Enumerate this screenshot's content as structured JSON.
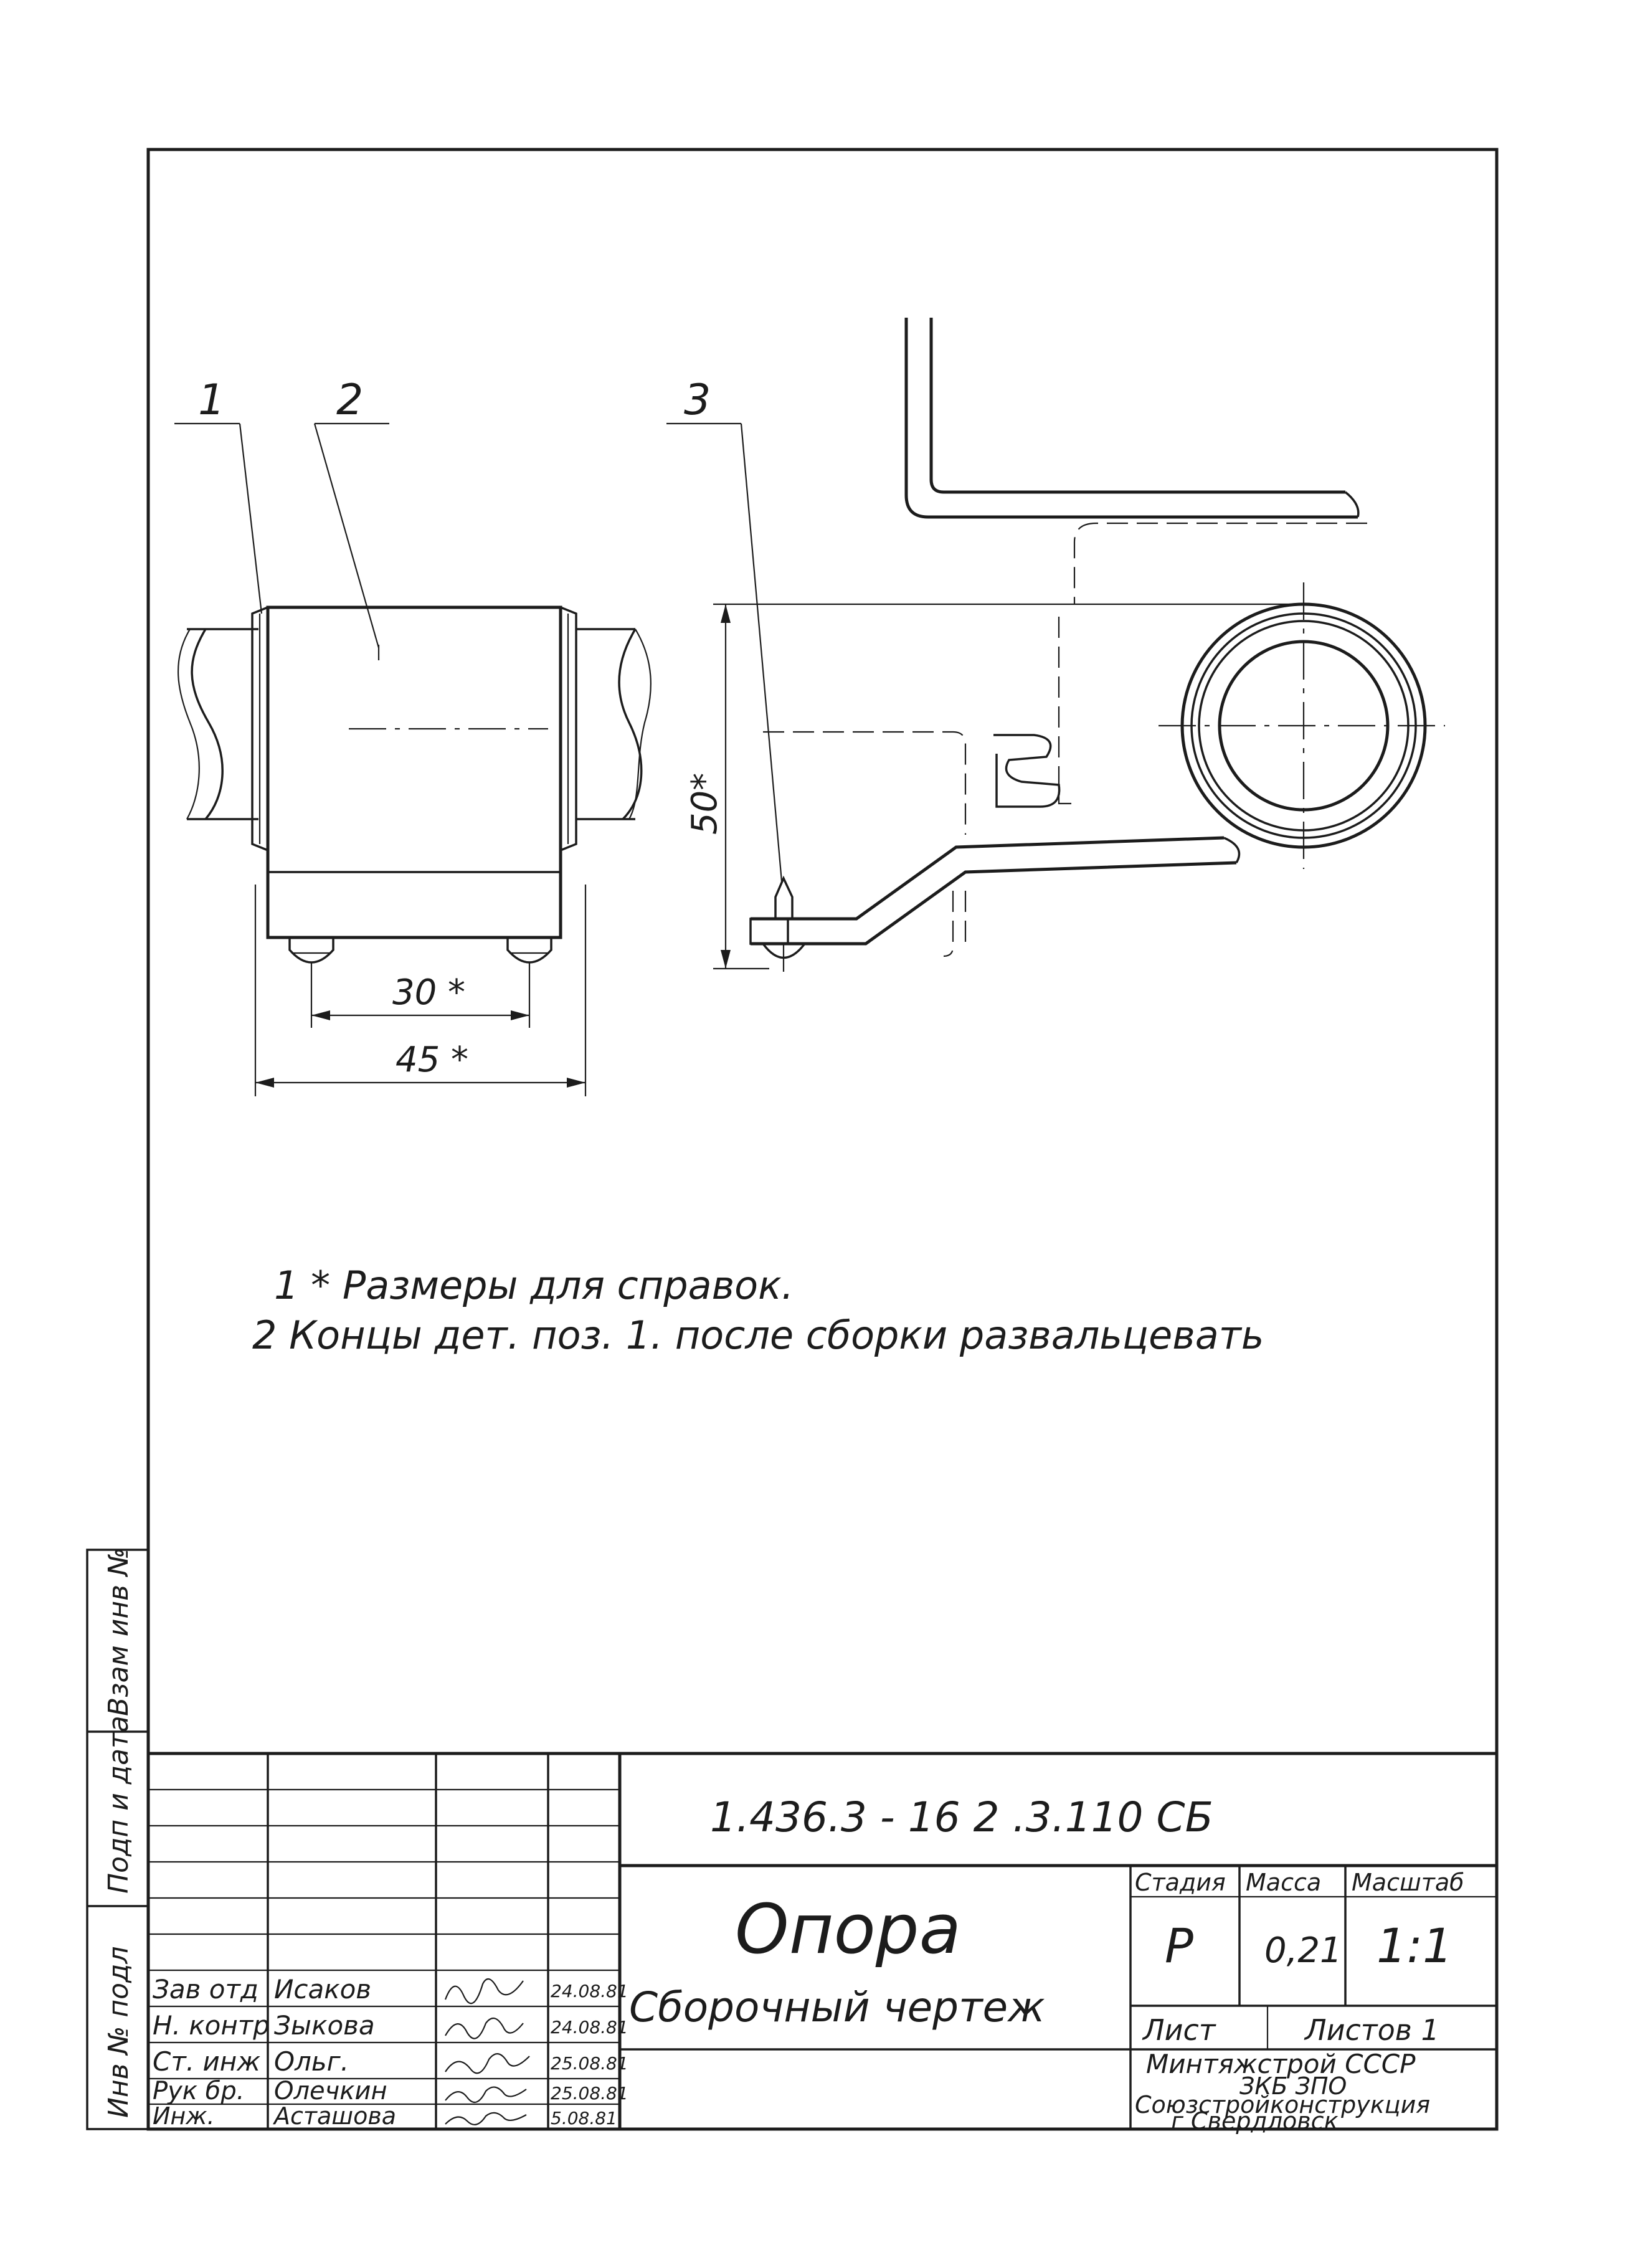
{
  "drawing": {
    "positions": [
      "1",
      "2",
      "3"
    ],
    "dimensions": {
      "d30": "30 *",
      "d45": "45 *",
      "d50": "50*"
    }
  },
  "notes": [
    "1 * Размеры  для  справок.",
    "2  Концы  дет. поз. 1.  после  сборки  развальцевать"
  ],
  "side_strip": {
    "inv_replace": "Взам инв №",
    "sign_date": "Подп и дата",
    "inv_original": "Инв № подл"
  },
  "title_block": {
    "doc_number": "1.436.3 - 16 2  .3.110 СБ",
    "name": "Опора",
    "doc_type": "Сборочный  чертеж",
    "headers": {
      "stage": "Стадия",
      "mass": "Масса",
      "scale": "Масштаб"
    },
    "stage": "Р",
    "mass": "0,21",
    "scale": "1:1",
    "sheet_label": "Лист",
    "sheets_label": "Листов 1",
    "organization": [
      "Минтяжстрой СССР",
      "ЗКБ   ЗПО",
      "Союзстройконструкция",
      "г Свердловск"
    ],
    "signatures": [
      {
        "role": "Зав отд",
        "name": "Исаков",
        "date": "24.08.81"
      },
      {
        "role": "Н. контр",
        "name": "Зыкова",
        "date": "24.08.81"
      },
      {
        "role": "Ст. инж",
        "name": "Ольг.",
        "date": "25.08.81"
      },
      {
        "role": "Рук бр.",
        "name": "Олечкин",
        "date": "25.08.81"
      },
      {
        "role": "Инж.",
        "name": "Асташова",
        "date": "5.08.81"
      }
    ]
  }
}
